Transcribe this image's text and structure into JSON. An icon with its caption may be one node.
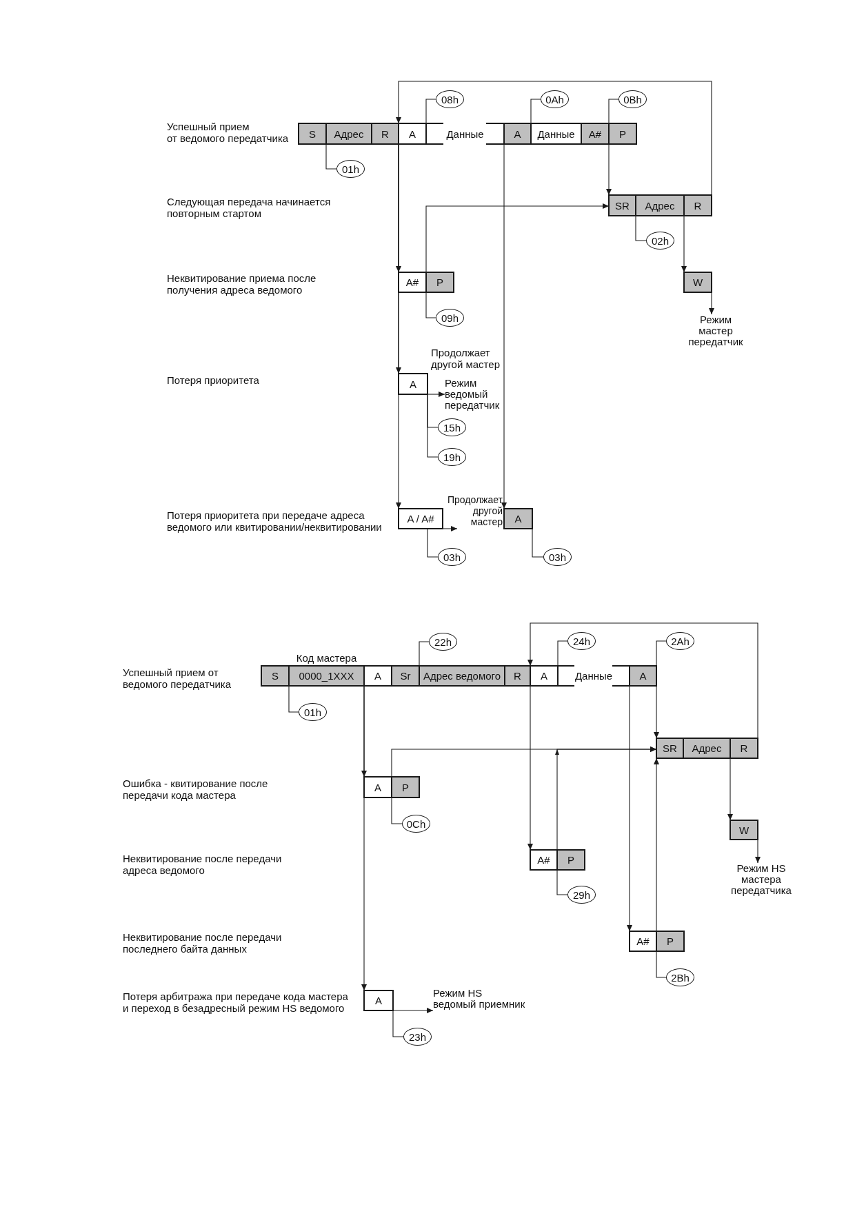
{
  "diagram": {
    "nodes": [
      {
        "text": [
          "08h"
        ]
      },
      {
        "text": [
          "0Ah"
        ]
      },
      {
        "text": [
          "0Bh"
        ]
      },
      {
        "text": [
          "S"
        ]
      },
      {
        "text": [
          "Адрес"
        ]
      },
      {
        "text": [
          "R"
        ]
      },
      {
        "text": [
          "A"
        ]
      },
      {
        "text": [
          "Данные"
        ]
      },
      {
        "text": [
          "A"
        ]
      },
      {
        "text": [
          "Данные"
        ]
      },
      {
        "text": [
          "A#"
        ]
      },
      {
        "text": [
          "P"
        ]
      },
      {
        "text": [
          "01h"
        ]
      },
      {
        "text": [
          "SR"
        ]
      },
      {
        "text": [
          "Адрес"
        ]
      },
      {
        "text": [
          "R"
        ]
      },
      {
        "text": [
          "02h"
        ]
      },
      {
        "text": [
          "A#"
        ]
      },
      {
        "text": [
          "P"
        ]
      },
      {
        "text": [
          "W"
        ]
      },
      {
        "text": [
          "09h"
        ]
      },
      {
        "text": [
          "Режим мастер передатчик"
        ]
      },
      {
        "text": [
          "A"
        ]
      },
      {
        "text": [
          "Режим ведомый передатчик"
        ]
      },
      {
        "text": [
          "15h"
        ]
      },
      {
        "text": [
          "19h"
        ]
      },
      {
        "text": [
          "Продолжает другой мастер"
        ]
      },
      {
        "text": [
          "A / A#"
        ]
      },
      {
        "text": [
          "A"
        ]
      },
      {
        "text": [
          "03h"
        ]
      },
      {
        "text": [
          "03h"
        ]
      },
      {
        "text": [
          "22h"
        ]
      },
      {
        "text": [
          "24h"
        ]
      },
      {
        "text": [
          "2Ah"
        ]
      },
      {
        "text": [
          "S"
        ]
      },
      {
        "text": [
          "0000_1XXX"
        ],
        "beside": [
          "Код мастера"
        ]
      },
      {
        "text": [
          "A"
        ]
      },
      {
        "text": [
          "Sr"
        ]
      },
      {
        "text": [
          "Адрес ведомого"
        ]
      },
      {
        "text": [
          "R"
        ]
      },
      {
        "text": [
          "A"
        ]
      },
      {
        "text": [
          "Данные"
        ]
      },
      {
        "text": [
          "A"
        ]
      },
      {
        "text": [
          "01h"
        ]
      },
      {
        "text": [
          "SR"
        ]
      },
      {
        "text": [
          "Адрес"
        ]
      },
      {
        "text": [
          "R"
        ]
      },
      {
        "text": [
          "A"
        ]
      },
      {
        "text": [
          "P"
        ]
      },
      {
        "text": [
          "0Ch"
        ]
      },
      {
        "text": [
          "W"
        ]
      },
      {
        "text": [
          "A#"
        ]
      },
      {
        "text": [
          "P"
        ]
      },
      {
        "text": [
          "Режим HS мастера передатчика"
        ]
      },
      {
        "text": [
          "29h"
        ]
      },
      {
        "text": [
          "A#"
        ]
      },
      {
        "text": [
          "P"
        ]
      },
      {
        "text": [
          "2Bh"
        ]
      },
      {
        "text": [
          "A"
        ]
      },
      {
        "text": [
          "Режим HS ведомый приемник"
        ]
      },
      {
        "text": [
          "23h"
        ]
      }
    ],
    "edges": [
      {
        "from": 15,
        "to": 6,
        "arrow": "to"
      },
      {
        "from": 5,
        "to": 17,
        "arrow": "to"
      },
      {
        "from": 5,
        "to": 22,
        "arrow": "to"
      },
      {
        "from": 5,
        "to": 27,
        "arrow": "to"
      },
      {
        "from": 7,
        "to": 28,
        "arrow": "to"
      },
      {
        "from": 10,
        "to": 13,
        "arrow": "to"
      },
      {
        "from": 17,
        "to": 13,
        "arrow": "to"
      },
      {
        "from": 14,
        "to": 19,
        "arrow": "to"
      },
      {
        "from": 19,
        "to": 21,
        "arrow": "to"
      },
      {
        "from": 22,
        "to": 23,
        "arrow": "to"
      },
      {
        "from": 27,
        "to": 26,
        "arrow": "to"
      },
      {
        "from": 0,
        "to": 6,
        "arrow": "none"
      },
      {
        "from": 1,
        "to": 8,
        "arrow": "none"
      },
      {
        "from": 2,
        "to": 10,
        "arrow": "none"
      },
      {
        "from": 12,
        "to": 3,
        "arrow": "none"
      },
      {
        "from": 16,
        "to": 13,
        "arrow": "none"
      },
      {
        "from": 20,
        "to": 17,
        "arrow": "none"
      },
      {
        "from": 24,
        "to": 22,
        "arrow": "none"
      },
      {
        "from": 25,
        "to": 22,
        "arrow": "none"
      },
      {
        "from": 29,
        "to": 27,
        "arrow": "none"
      },
      {
        "from": 30,
        "to": 28,
        "arrow": "none"
      },
      {
        "from": 46,
        "to": 40,
        "arrow": "to"
      },
      {
        "from": 39,
        "to": 51,
        "arrow": "to"
      },
      {
        "from": 35,
        "to": 47,
        "arrow": "to"
      },
      {
        "from": 35,
        "to": 58,
        "arrow": "to"
      },
      {
        "from": 47,
        "to": 44,
        "arrow": "to"
      },
      {
        "from": 51,
        "to": 44,
        "arrow": "to"
      },
      {
        "from": 41,
        "to": 55,
        "arrow": "to"
      },
      {
        "from": 42,
        "to": 44,
        "arrow": "to"
      },
      {
        "from": 55,
        "to": 44,
        "arrow": "to"
      },
      {
        "from": 45,
        "to": 50,
        "arrow": "to"
      },
      {
        "from": 50,
        "to": 53,
        "arrow": "to"
      },
      {
        "from": 58,
        "to": 59,
        "arrow": "to"
      },
      {
        "from": 31,
        "to": 37,
        "arrow": "none"
      },
      {
        "from": 32,
        "to": 40,
        "arrow": "none"
      },
      {
        "from": 33,
        "to": 42,
        "arrow": "none"
      },
      {
        "from": 43,
        "to": 34,
        "arrow": "none"
      },
      {
        "from": 49,
        "to": 47,
        "arrow": "none"
      },
      {
        "from": 54,
        "to": 51,
        "arrow": "none"
      },
      {
        "from": 57,
        "to": 55,
        "arrow": "none"
      },
      {
        "from": 60,
        "to": 58,
        "arrow": "none"
      }
    ],
    "labels": [
      "Успешный прием от ведомого передатчика",
      "Следующая передача начинается повторным стартом",
      "Неквитирование приема после получения адреса ведомого",
      "Продолжает другой мастер",
      "Потеря приоритета",
      "Потеря приоритета при передаче адреса ведомого или квитировании/неквитировании",
      "Успешный прием от ведомого передатчика",
      "Ошибка - квитирование после передачи кода мастера",
      "Неквитирование после передачи адреса ведомого",
      "Неквитирование после передачи последнего байта данных",
      "Потеря арбитража при передаче кода мастера и переход в безадресный режим HS ведомого"
    ]
  }
}
